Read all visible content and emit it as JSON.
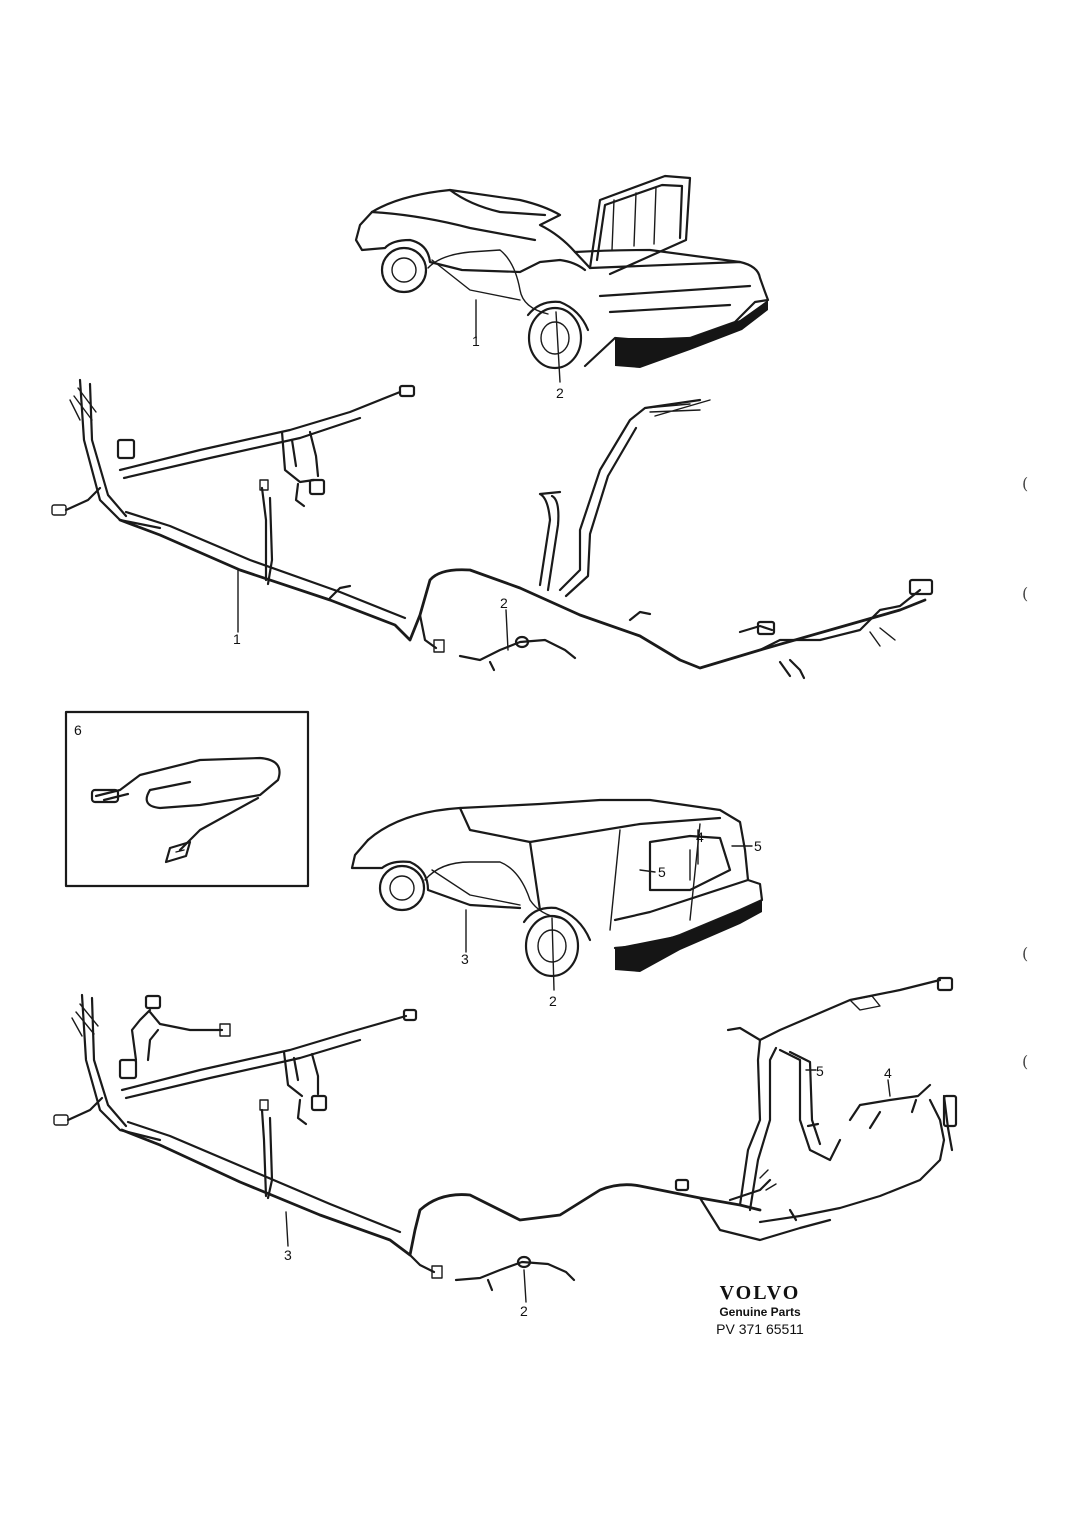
{
  "callouts": {
    "sedan_harness": "1",
    "sedan_rear_harness": "2",
    "wagon_harness": "3",
    "wagon_rear_harness": "2",
    "wagon_tailgate_harness": "4",
    "wagon_side_harness": "5",
    "antenna_cable": "6",
    "sedan_car_harness": "1",
    "sedan_car_rear": "2",
    "wagon_car_harness": "3",
    "wagon_car_rear": "2",
    "wagon_car_tailgate": "4",
    "wagon_car_side_left": "5",
    "wagon_car_side_right": "5",
    "wagon_branch_tailgate": "4",
    "wagon_branch_side": "5"
  },
  "brand": {
    "logo": "VOLVO",
    "subtitle": "Genuine Parts",
    "code": "PV 371 65511"
  },
  "margin_marks": [
    "(",
    "(",
    "(",
    "("
  ]
}
